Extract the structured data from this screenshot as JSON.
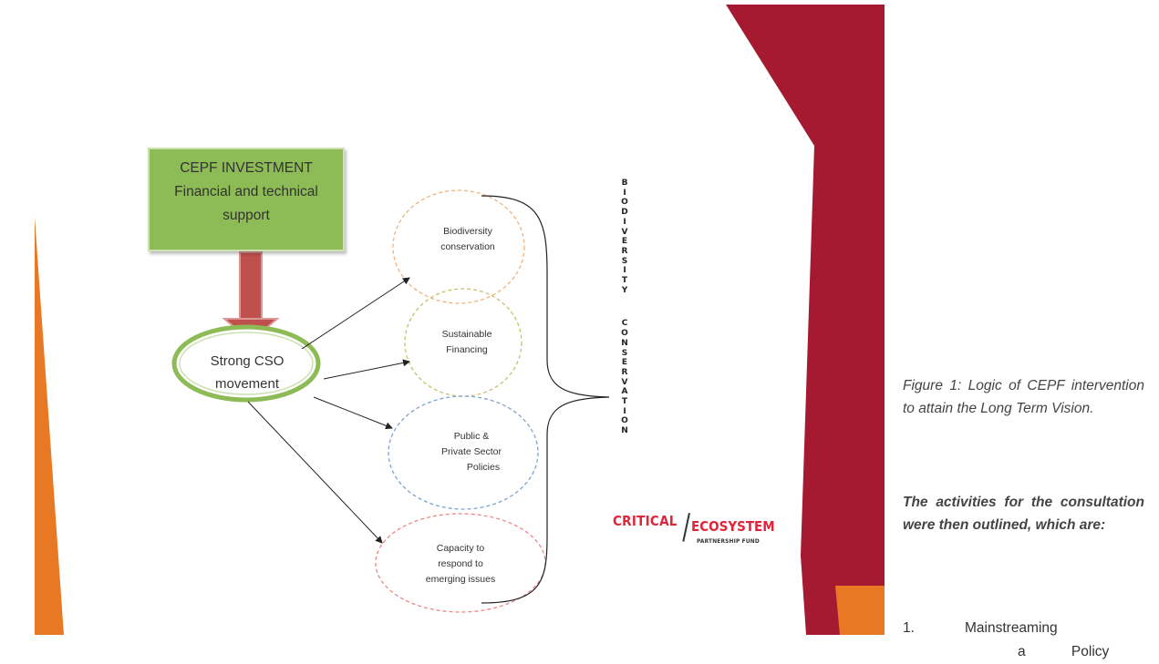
{
  "colors": {
    "crimson_band": "#a51a30",
    "orange_band": "#e87824",
    "green_box": "#8dbb55",
    "arrow_fill": "#c0504d",
    "logo_red": "#e0243a"
  },
  "diagram": {
    "investment_box": {
      "line1": "CEPF INVESTMENT",
      "line2": "Financial and technical",
      "line3": "support"
    },
    "center_node": {
      "line1": "Strong CSO",
      "line2": "movement"
    },
    "outcomes": [
      {
        "line1": "Biodiversity",
        "line2": "conservation",
        "line3": ""
      },
      {
        "line1": "Sustainable",
        "line2": "Financing",
        "line3": ""
      },
      {
        "line1": "Public &",
        "line2": "Private Sector",
        "line3": "Policies"
      },
      {
        "line1": "Capacity to",
        "line2": "respond to",
        "line3": "emerging issues"
      }
    ],
    "vertical_word_1": "BIODIVERSITY",
    "vertical_word_2": "CONSERVATION"
  },
  "logo": {
    "word1": "CRITICAL",
    "word2": "ECOSYSTEM",
    "subtitle": "PARTNERSHIP FUND"
  },
  "caption": {
    "figure": "Figure 1: Logic of CEPF intervention to attain the Long Term Vision.",
    "activities": "The activities for the consultation were then outlined, which are:"
  },
  "list": {
    "item1_number": "1.",
    "item1_text": "Mainstreaming",
    "item1_continuation": "a Policy"
  }
}
